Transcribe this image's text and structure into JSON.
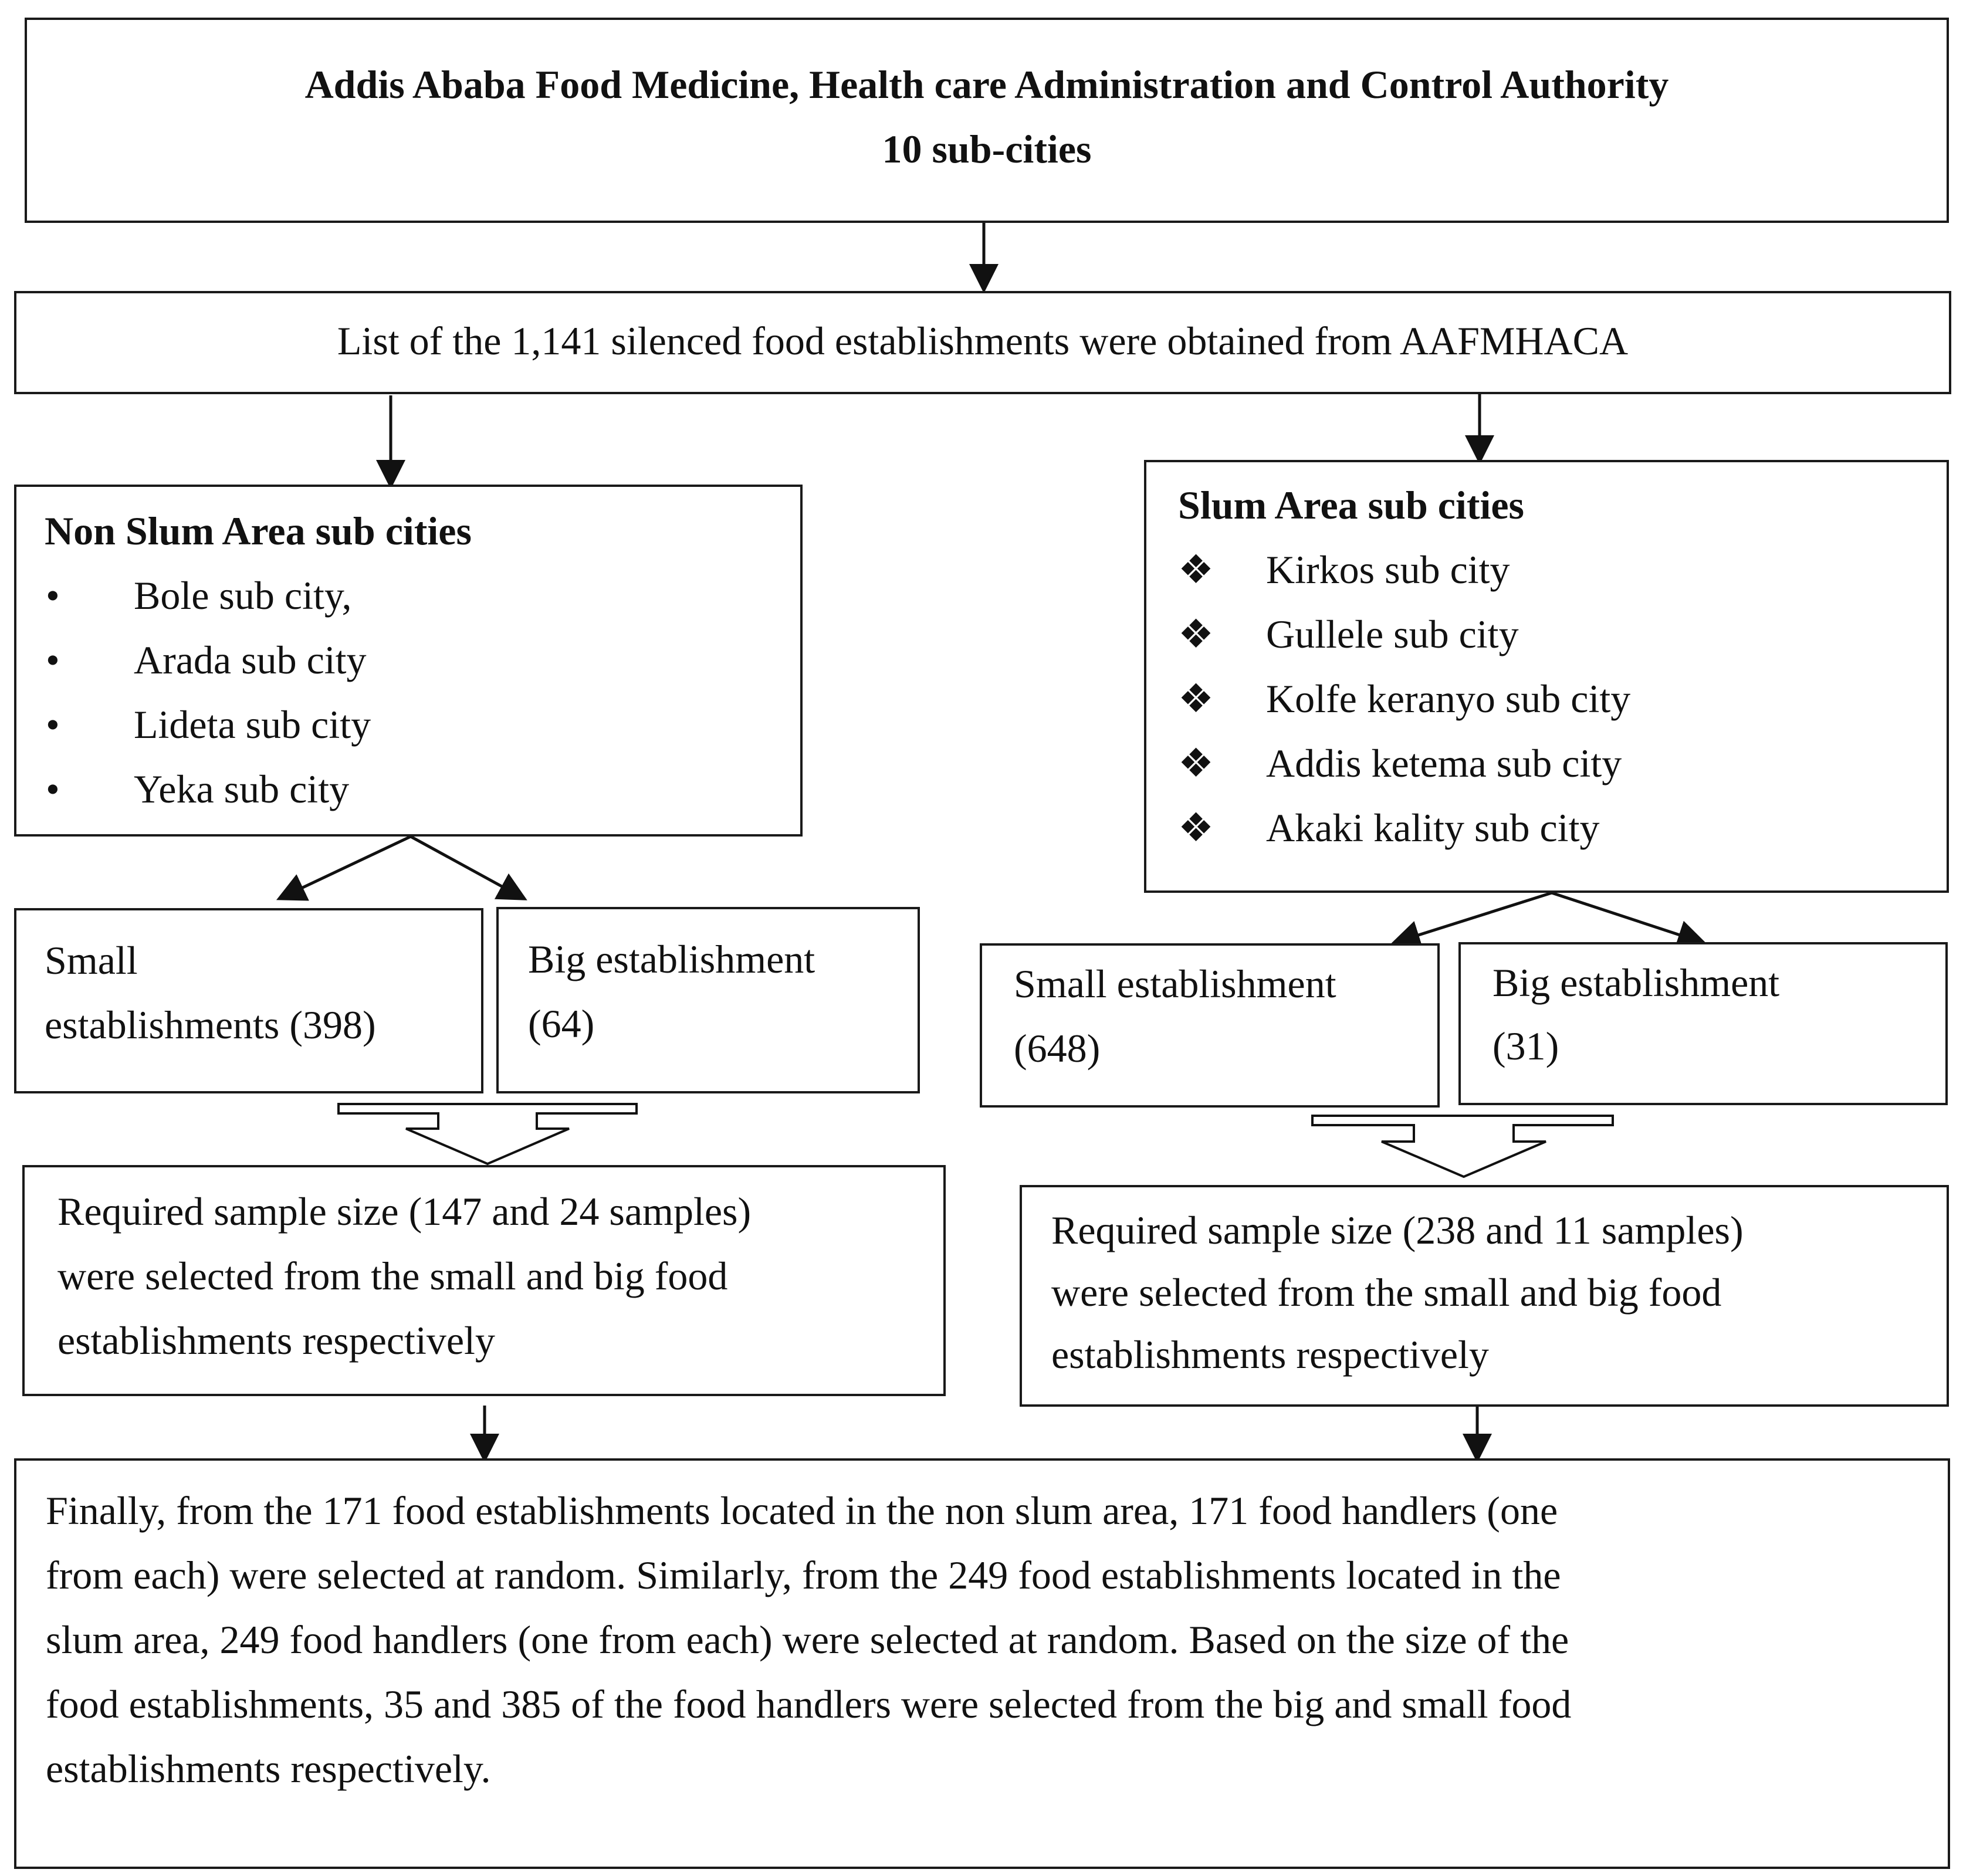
{
  "top": {
    "line1": "Addis Ababa Food Medicine, Health care Administration and Control Authority",
    "line2": "10 sub-cities"
  },
  "list_box": {
    "text": "List of the 1,141 silenced food establishments were obtained from AAFMHACA"
  },
  "non_slum": {
    "title": "Non Slum Area sub cities",
    "bullet": "•",
    "items": [
      "Bole sub city,",
      "Arada sub city",
      "Lideta sub city",
      "Yeka sub city"
    ]
  },
  "slum": {
    "title": "Slum Area sub cities",
    "bullet": "❖",
    "items": [
      "Kirkos sub city",
      "Gullele sub city",
      "Kolfe keranyo sub city",
      "Addis ketema sub city",
      "Akaki kality sub city"
    ]
  },
  "non_slum_small": {
    "line1": "Small",
    "line2": "establishments (398)"
  },
  "non_slum_big": {
    "line1": "Big establishment",
    "line2": "(64)"
  },
  "slum_small": {
    "line1": "Small establishment",
    "line2": "(648)"
  },
  "slum_big": {
    "line1": "Big establishment",
    "line2": "(31)"
  },
  "non_slum_sample": {
    "line1": "Required sample size (147 and 24 samples)",
    "line2": "were selected from the small and big food",
    "line3": "establishments respectively"
  },
  "slum_sample": {
    "line1": "Required sample size (238 and 11 samples)",
    "line2": "were selected from the small and big food",
    "line3": "establishments respectively"
  },
  "final": {
    "lines": [
      "Finally, from the 171 food establishments located in the non slum area, 171 food handlers (one",
      "from each) were selected at random. Similarly, from the 249 food establishments located in the",
      "slum area, 249 food handlers (one from each) were selected at random. Based on the size of the",
      "food establishments, 35 and 385 of the food handlers were selected from the big and small food",
      "establishments respectively."
    ]
  }
}
